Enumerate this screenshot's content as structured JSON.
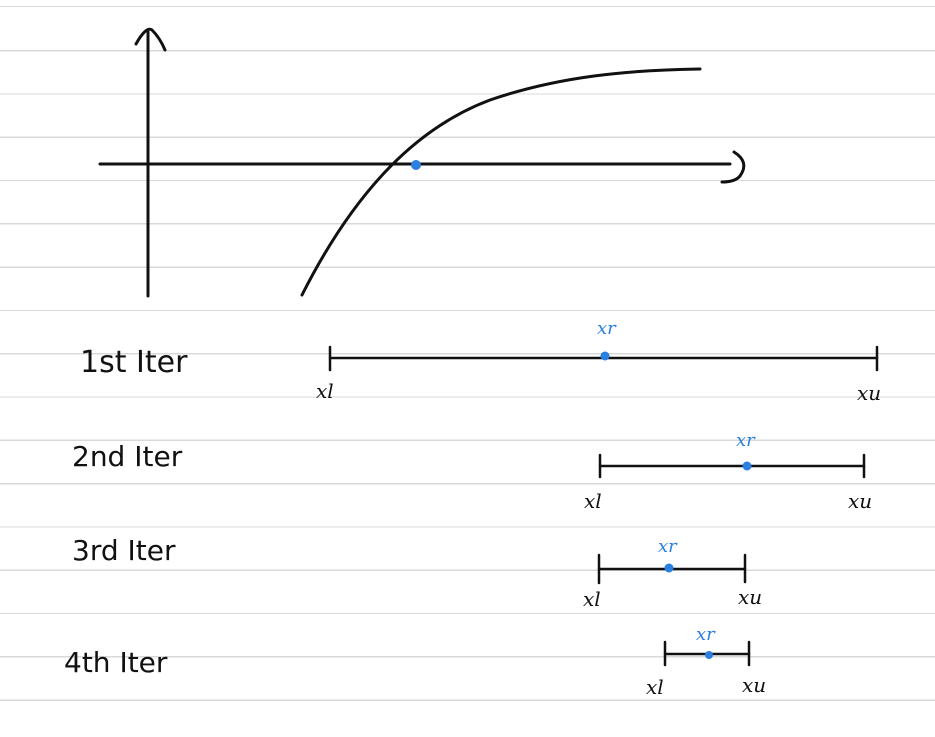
{
  "colors": {
    "ink": "#111111",
    "accent": "#2a7fe0",
    "ruled_lines": "#d9d9d9",
    "paper": "#ffffff"
  },
  "iterations": [
    {
      "label": "1st Iter",
      "lower": "xl",
      "upper": "xu",
      "root": "xr"
    },
    {
      "label": "2nd Iter",
      "lower": "xl",
      "upper": "xu",
      "root": "xr"
    },
    {
      "label": "3rd Iter",
      "lower": "xl",
      "upper": "xu",
      "root": "xr"
    },
    {
      "label": "4th Iter",
      "lower": "xl",
      "upper": "xu",
      "root": "xr"
    }
  ]
}
